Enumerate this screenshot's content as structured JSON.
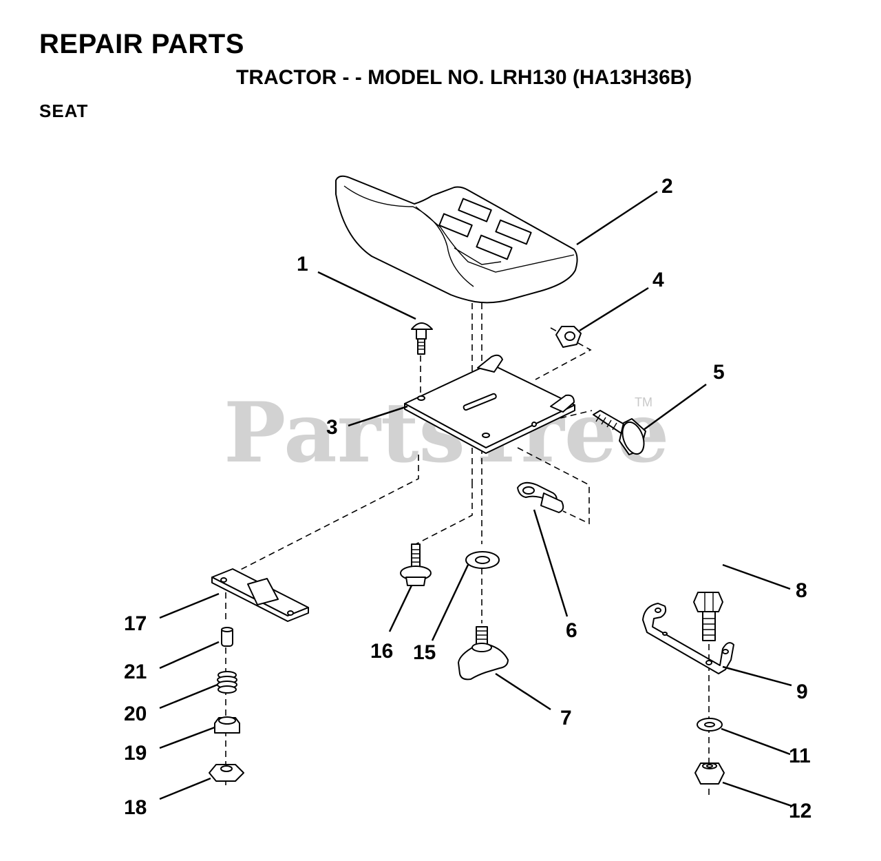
{
  "header": {
    "title": "REPAIR PARTS",
    "subtitle": "TRACTOR - - MODEL NO. LRH130 (HA13H36B)",
    "section": "SEAT"
  },
  "watermark": {
    "text": "PartsTree",
    "trademark": "TM"
  },
  "callouts": {
    "c1": "1",
    "c2": "2",
    "c3": "3",
    "c4": "4",
    "c5": "5",
    "c6": "6",
    "c7": "7",
    "c8": "8",
    "c9": "9",
    "c11": "11",
    "c12": "12",
    "c15": "15",
    "c16": "16",
    "c17": "17",
    "c18": "18",
    "c19": "19",
    "c20": "20",
    "c21": "21"
  }
}
